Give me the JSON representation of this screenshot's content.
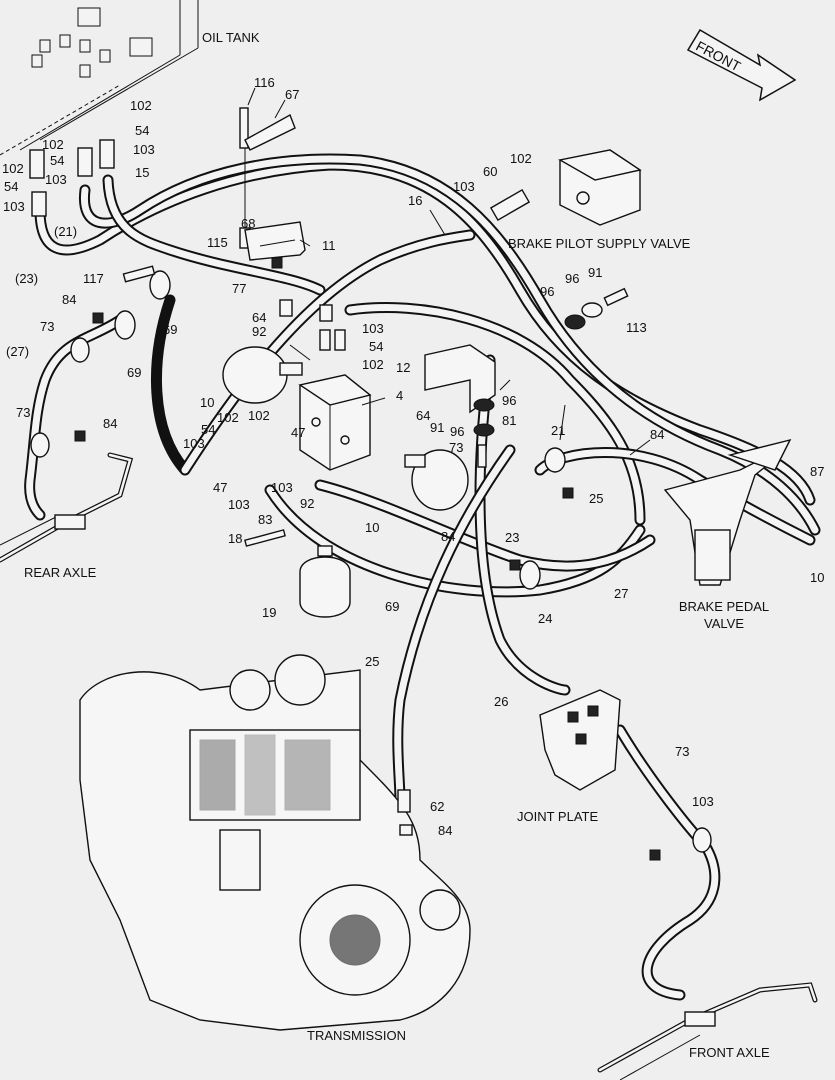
{
  "captions": {
    "oil_tank": "OIL TANK",
    "front": "FRONT",
    "brake_pilot_supply_valve": "BRAKE PILOT SUPPLY VALVE",
    "rear_axle": "REAR AXLE",
    "brake_pedal_valve_line1": "BRAKE PEDAL",
    "brake_pedal_valve_line2": "VALVE",
    "joint_plate": "JOINT PLATE",
    "transmission": "TRANSMISSION",
    "front_axle": "FRONT AXLE"
  },
  "callouts": [
    {
      "id": "c116",
      "text": "116"
    },
    {
      "id": "c67",
      "text": "67"
    },
    {
      "id": "c102a",
      "text": "102"
    },
    {
      "id": "c54a",
      "text": "54"
    },
    {
      "id": "c102b",
      "text": "102"
    },
    {
      "id": "c103a",
      "text": "103"
    },
    {
      "id": "c54b",
      "text": "54"
    },
    {
      "id": "c103b",
      "text": "103"
    },
    {
      "id": "c15",
      "text": "15"
    },
    {
      "id": "c102c",
      "text": "102"
    },
    {
      "id": "c54c",
      "text": "54"
    },
    {
      "id": "c103c",
      "text": "103"
    },
    {
      "id": "c21a",
      "text": "(21)"
    },
    {
      "id": "c23a",
      "text": "(23)"
    },
    {
      "id": "c102d",
      "text": "102"
    },
    {
      "id": "c60",
      "text": "60"
    },
    {
      "id": "c103d",
      "text": "103"
    },
    {
      "id": "c16",
      "text": "16"
    },
    {
      "id": "c68",
      "text": "68"
    },
    {
      "id": "c115",
      "text": "115"
    },
    {
      "id": "c11",
      "text": "11"
    },
    {
      "id": "c117",
      "text": "117"
    },
    {
      "id": "c77",
      "text": "77"
    },
    {
      "id": "c96a",
      "text": "96"
    },
    {
      "id": "c91a",
      "text": "91"
    },
    {
      "id": "c96b",
      "text": "96"
    },
    {
      "id": "c113",
      "text": "113"
    },
    {
      "id": "c84a",
      "text": "84"
    },
    {
      "id": "c64a",
      "text": "64"
    },
    {
      "id": "c92a",
      "text": "92"
    },
    {
      "id": "c103e",
      "text": "103"
    },
    {
      "id": "c54d",
      "text": "54"
    },
    {
      "id": "c102e",
      "text": "102"
    },
    {
      "id": "c73a",
      "text": "73"
    },
    {
      "id": "c27a",
      "text": "(27)"
    },
    {
      "id": "c69a",
      "text": "69"
    },
    {
      "id": "c69b",
      "text": "69"
    },
    {
      "id": "c12",
      "text": "12"
    },
    {
      "id": "c4",
      "text": "4"
    },
    {
      "id": "c10a",
      "text": "10"
    },
    {
      "id": "c73b",
      "text": "73"
    },
    {
      "id": "c84b",
      "text": "84"
    },
    {
      "id": "c102f",
      "text": "102"
    },
    {
      "id": "c102g",
      "text": "102"
    },
    {
      "id": "c54e",
      "text": "54"
    },
    {
      "id": "c103f",
      "text": "103"
    },
    {
      "id": "c47a",
      "text": "47"
    },
    {
      "id": "c47b",
      "text": "47"
    },
    {
      "id": "c103g",
      "text": "103"
    },
    {
      "id": "c103h",
      "text": "103"
    },
    {
      "id": "c92b",
      "text": "92"
    },
    {
      "id": "c64b",
      "text": "64"
    },
    {
      "id": "c91b",
      "text": "91"
    },
    {
      "id": "c96c",
      "text": "96"
    },
    {
      "id": "c96d",
      "text": "96"
    },
    {
      "id": "c81",
      "text": "81"
    },
    {
      "id": "c73c",
      "text": "73"
    },
    {
      "id": "c21b",
      "text": "21"
    },
    {
      "id": "c84c",
      "text": "84"
    },
    {
      "id": "c25a",
      "text": "25"
    },
    {
      "id": "c87",
      "text": "87"
    },
    {
      "id": "c83",
      "text": "83"
    },
    {
      "id": "c18",
      "text": "18"
    },
    {
      "id": "c10b",
      "text": "10"
    },
    {
      "id": "c84d",
      "text": "84"
    },
    {
      "id": "c23b",
      "text": "23"
    },
    {
      "id": "c27b",
      "text": "27"
    },
    {
      "id": "c10c",
      "text": "10"
    },
    {
      "id": "c19",
      "text": "19"
    },
    {
      "id": "c69c",
      "text": "69"
    },
    {
      "id": "c24",
      "text": "24"
    },
    {
      "id": "c25b",
      "text": "25"
    },
    {
      "id": "c26",
      "text": "26"
    },
    {
      "id": "c73d",
      "text": "73"
    },
    {
      "id": "c103i",
      "text": "103"
    },
    {
      "id": "c62",
      "text": "62"
    },
    {
      "id": "c84e",
      "text": "84"
    }
  ]
}
